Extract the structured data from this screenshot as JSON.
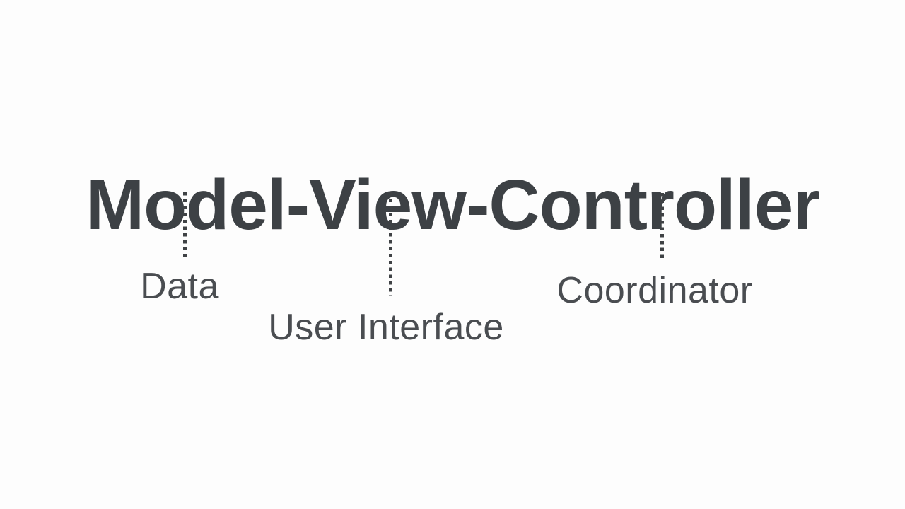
{
  "colors": {
    "background": "#fdfdfd",
    "title_text": "#3d4145",
    "label_text": "#4a4d51",
    "connector": "#3f4245"
  },
  "diagram": {
    "title": "Model-View-Controller",
    "nodes": [
      {
        "term": "Model",
        "label": "Data"
      },
      {
        "term": "View",
        "label": "User Interface"
      },
      {
        "term": "Controller",
        "label": "Coordinator"
      }
    ]
  }
}
